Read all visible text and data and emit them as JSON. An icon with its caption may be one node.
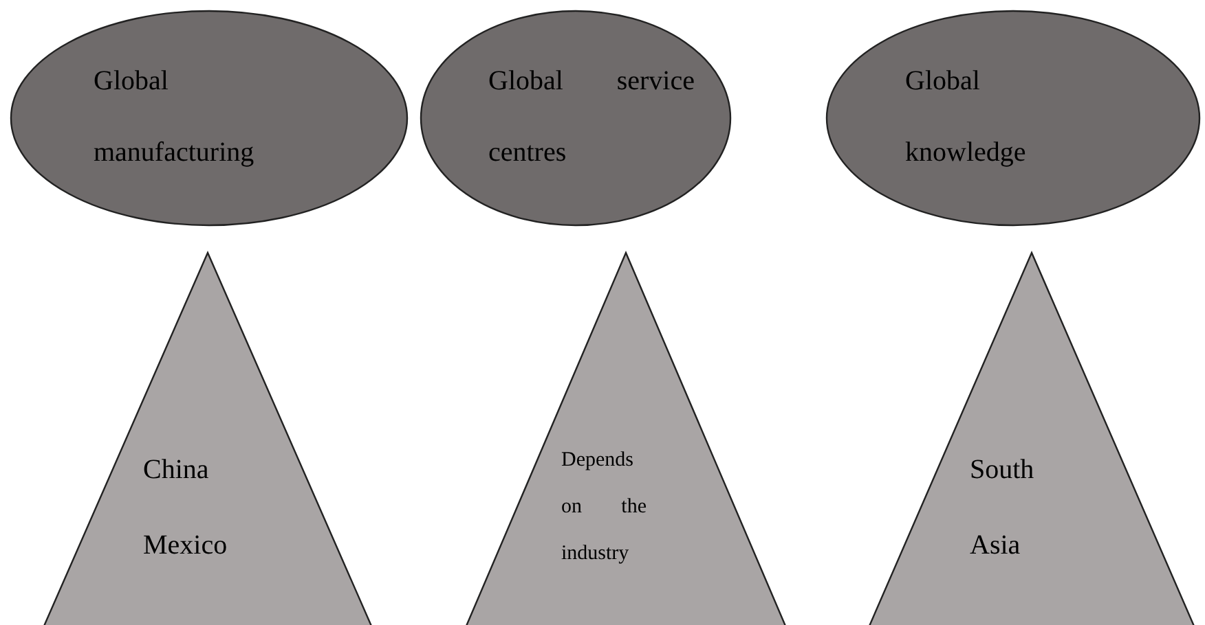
{
  "diagram": {
    "nodes": [
      {
        "text": [
          "Global manufacturing"
        ]
      },
      {
        "text": [
          "Global service centres"
        ]
      },
      {
        "text": [
          "Global knowledge"
        ]
      },
      {
        "text": [
          "China",
          "Mexico"
        ]
      },
      {
        "text": [
          "Depends on the industry"
        ]
      },
      {
        "text": [
          "South Asia"
        ]
      }
    ]
  }
}
